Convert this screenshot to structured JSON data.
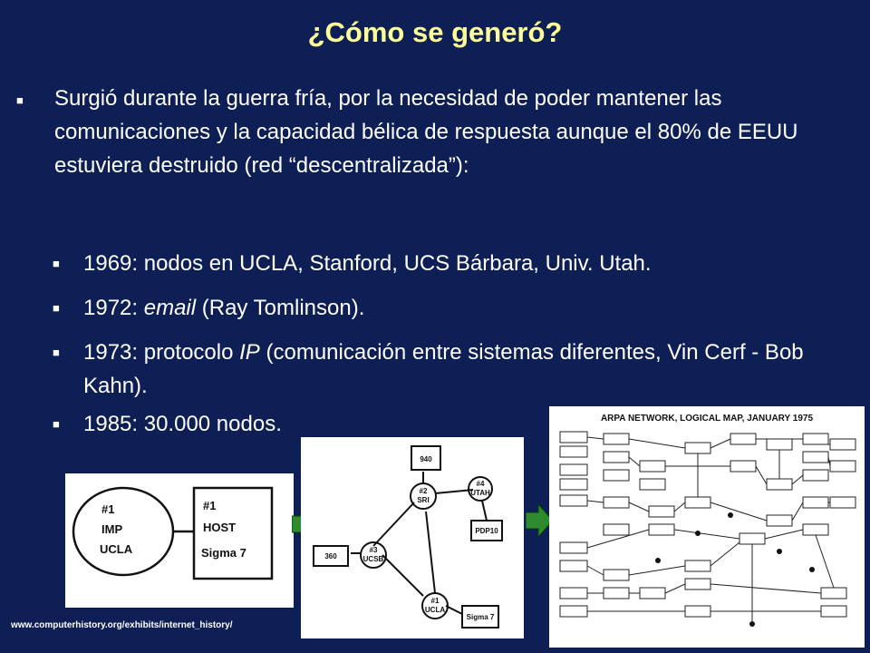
{
  "slide": {
    "title": "¿Cómo se generó?",
    "main_bullet": "Surgió durante la guerra fría, por la necesidad de poder mantener las comunicaciones y la capacidad bélica de respuesta aunque el 80% de EEUU estuviera destruido (red “descentralizada”):",
    "sub_bullets": [
      {
        "pre": "1969: nodos en UCLA, Stanford, UCS Bárbara, Univ. Utah.",
        "em": "",
        "post": ""
      },
      {
        "pre": "1972: ",
        "em": "email",
        "post": " (Ray Tomlinson)."
      },
      {
        "pre": "1973: protocolo ",
        "em": "IP",
        "post": " (comunicación entre sistemas diferentes, Vin Cerf - Bob Kahn)."
      },
      {
        "pre": "1985: 30.000 nodos.",
        "em": "",
        "post": ""
      }
    ],
    "credit": "www.computerhistory.org/exhibits/internet_history/"
  },
  "sketch1": {
    "imp": [
      "#1",
      "IMP",
      "UCLA"
    ],
    "host": [
      "#1",
      "HOST",
      "Sigma 7"
    ]
  },
  "sketch2": {
    "n1": "940",
    "n2": [
      "#2",
      "SRI"
    ],
    "n3": [
      "#4",
      "UTAH"
    ],
    "n4": "PDP10",
    "n5": "360",
    "n6": [
      "#3",
      "UCSB"
    ],
    "n7": [
      "#1",
      "UCLA"
    ],
    "n8": "Sigma 7"
  },
  "sketch3": {
    "map_title": "ARPA NETWORK, LOGICAL MAP, JANUARY 1975"
  },
  "colors": {
    "background": "#0d1f55",
    "title": "#ffff99",
    "arrow": "#2e8b2e"
  }
}
